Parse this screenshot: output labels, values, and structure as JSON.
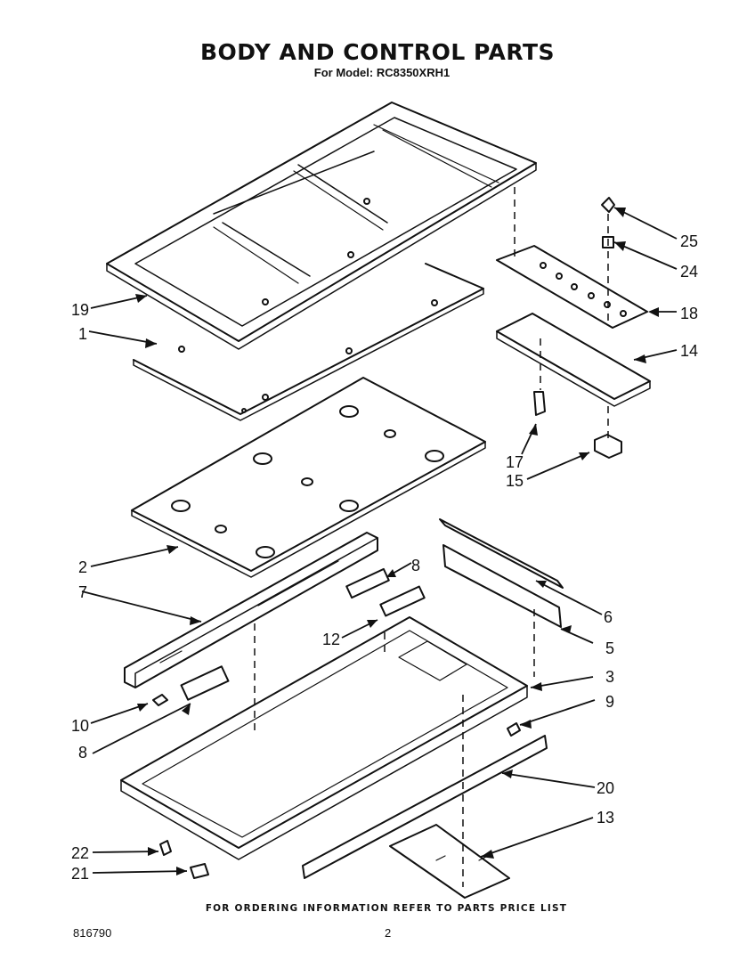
{
  "header": {
    "title": "BODY AND CONTROL PARTS",
    "subtitle": "For Model: RC8350XRH1"
  },
  "footer": {
    "ordering_note": "FOR ORDERING INFORMATION REFER TO PARTS PRICE LIST",
    "doc_number": "816790",
    "page_number": "2"
  },
  "callouts": [
    {
      "id": "c25",
      "label": "25"
    },
    {
      "id": "c24",
      "label": "24"
    },
    {
      "id": "c18",
      "label": "18"
    },
    {
      "id": "c14",
      "label": "14"
    },
    {
      "id": "c19",
      "label": "19"
    },
    {
      "id": "c1",
      "label": "1"
    },
    {
      "id": "c17",
      "label": "17"
    },
    {
      "id": "c15",
      "label": "15"
    },
    {
      "id": "c2",
      "label": "2"
    },
    {
      "id": "c8a",
      "label": "8"
    },
    {
      "id": "c7",
      "label": "7"
    },
    {
      "id": "c6",
      "label": "6"
    },
    {
      "id": "c12",
      "label": "12"
    },
    {
      "id": "c5",
      "label": "5"
    },
    {
      "id": "c3",
      "label": "3"
    },
    {
      "id": "c9",
      "label": "9"
    },
    {
      "id": "c10",
      "label": "10"
    },
    {
      "id": "c8b",
      "label": "8"
    },
    {
      "id": "c20",
      "label": "20"
    },
    {
      "id": "c13",
      "label": "13"
    },
    {
      "id": "c22",
      "label": "22"
    },
    {
      "id": "c21",
      "label": "21"
    }
  ]
}
